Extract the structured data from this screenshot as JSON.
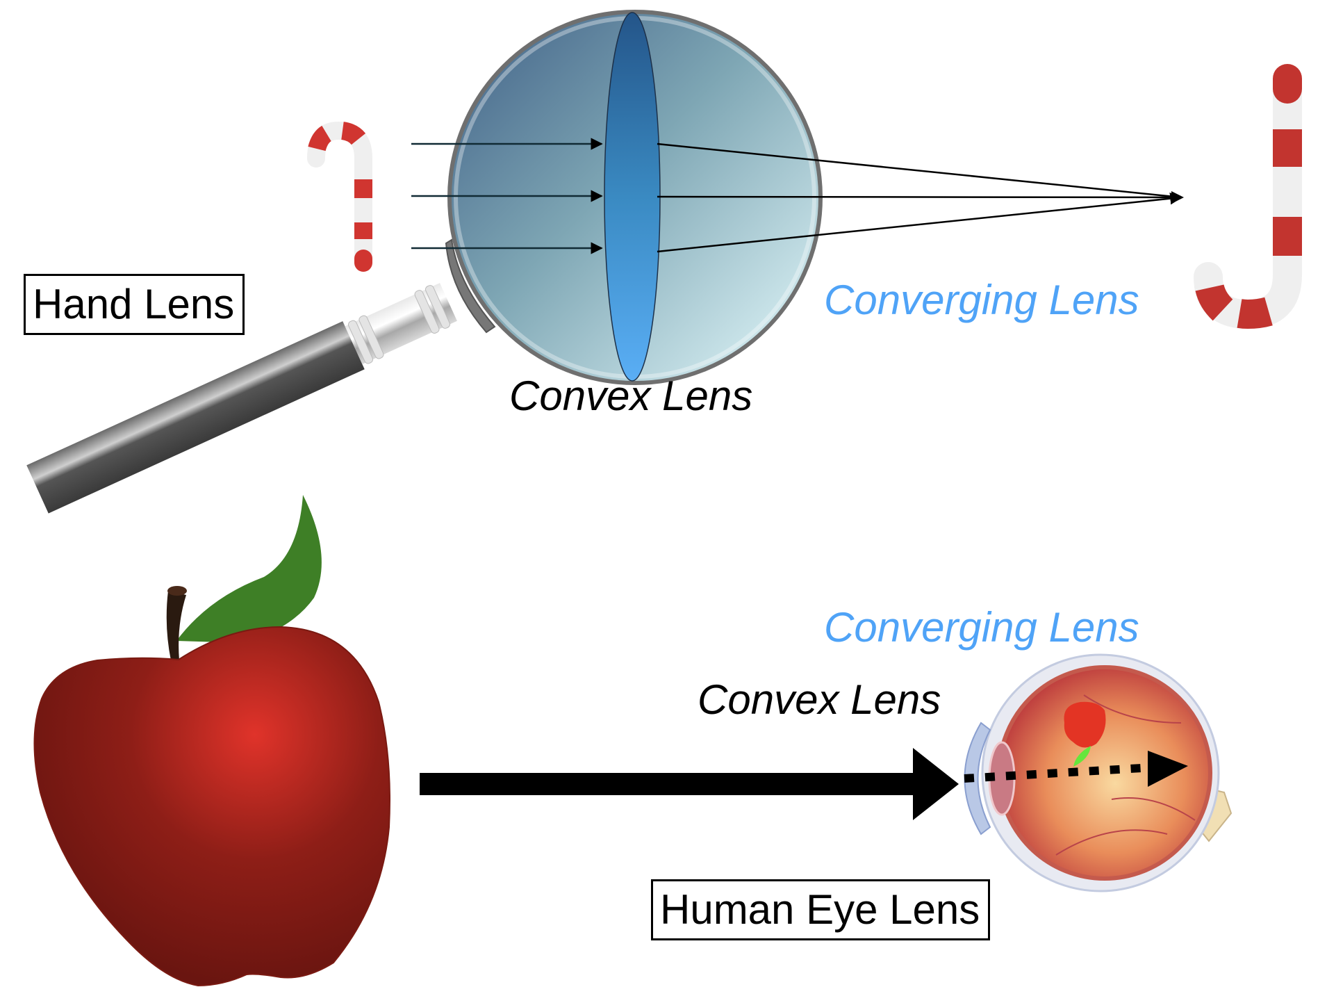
{
  "title": "Convex (converging) lenses: hand lens and human eye lens",
  "labels": {
    "hand_lens": "Hand Lens",
    "convex_lens_top": "Convex Lens",
    "converging_lens_top": "Converging Lens",
    "converging_lens_bottom": "Converging Lens",
    "convex_lens_bottom": "Convex Lens",
    "human_eye_lens": "Human Eye Lens"
  },
  "top_diagram": {
    "object": "candy-cane (upright, small)",
    "image": "candy-cane (inverted, large)",
    "incoming_rays": 3,
    "rays_converge_to": "focal point"
  },
  "bottom_diagram": {
    "object": "apple",
    "image": "apple (inverted, on retina)"
  },
  "colors": {
    "accent_blue_text": "#4fa3f7",
    "lens_blue": "#3a87c8",
    "candy_red": "#d33a34",
    "apple_red": "#9e1f17",
    "leaf_green": "#3e7f26"
  }
}
